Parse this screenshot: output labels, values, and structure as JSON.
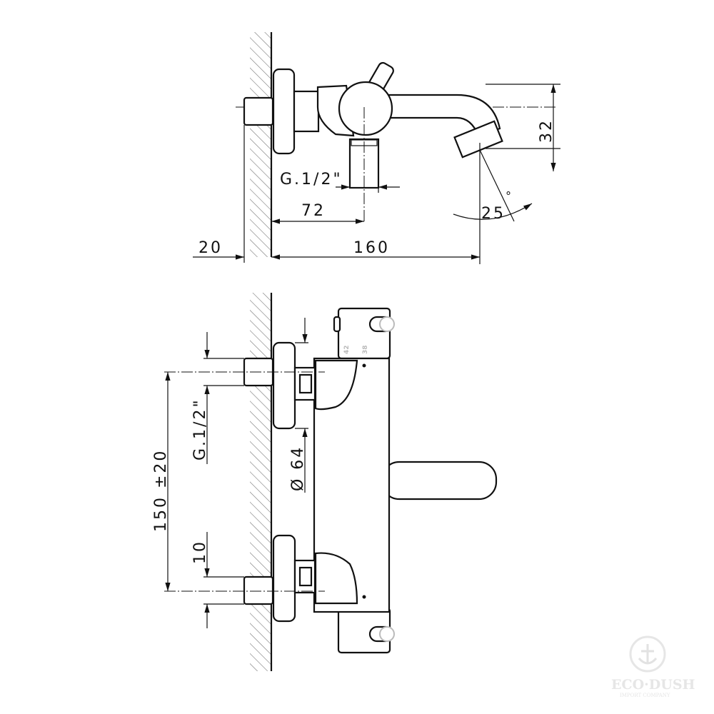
{
  "side_view": {
    "thread_label": "G.1/2\"",
    "dim_72": "72",
    "dim_20": "20",
    "dim_160": "160",
    "dim_32": "32",
    "angle": "25",
    "angle_unit": "°"
  },
  "front_view": {
    "dim_150": "150 ±20",
    "thread_label": "G.1/2\"",
    "dim_diameter": "Ø 64",
    "dim_10": "10",
    "scale_marks": [
      "42",
      "38"
    ]
  },
  "watermark": {
    "brand": "ECO·DUSH",
    "subtitle": "IMPORT COMPANY"
  }
}
